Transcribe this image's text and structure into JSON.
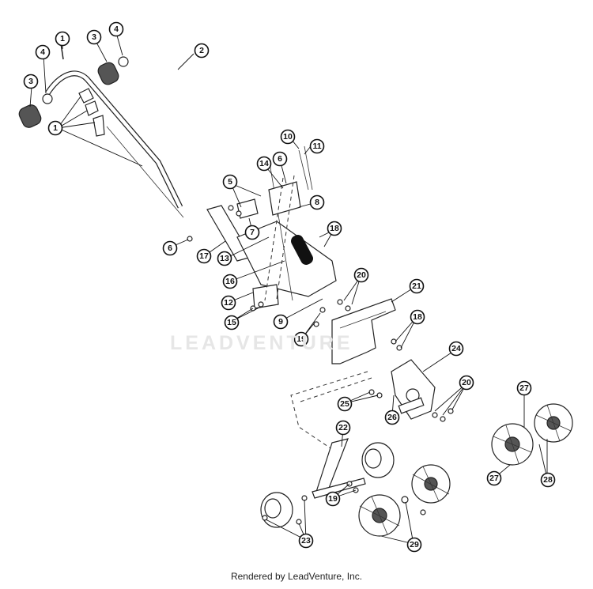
{
  "watermark": "LEADVENTURE",
  "footer": "Rendered by LeadVenture, Inc.",
  "callouts": [
    {
      "label": "1"
    },
    {
      "label": "4"
    },
    {
      "label": "3"
    },
    {
      "label": "2"
    },
    {
      "label": "4"
    },
    {
      "label": "3"
    },
    {
      "label": "1"
    },
    {
      "label": "10"
    },
    {
      "label": "11"
    },
    {
      "label": "6"
    },
    {
      "label": "14"
    },
    {
      "label": "5"
    },
    {
      "label": "8"
    },
    {
      "label": "7"
    },
    {
      "label": "18"
    },
    {
      "label": "6"
    },
    {
      "label": "17"
    },
    {
      "label": "13"
    },
    {
      "label": "16"
    },
    {
      "label": "20"
    },
    {
      "label": "21"
    },
    {
      "label": "12"
    },
    {
      "label": "9"
    },
    {
      "label": "15"
    },
    {
      "label": "19"
    },
    {
      "label": "18"
    },
    {
      "label": "24"
    },
    {
      "label": "20"
    },
    {
      "label": "25"
    },
    {
      "label": "26"
    },
    {
      "label": "27"
    },
    {
      "label": "22"
    },
    {
      "label": "27"
    },
    {
      "label": "28"
    },
    {
      "label": "19"
    },
    {
      "label": "23"
    },
    {
      "label": "29"
    }
  ]
}
